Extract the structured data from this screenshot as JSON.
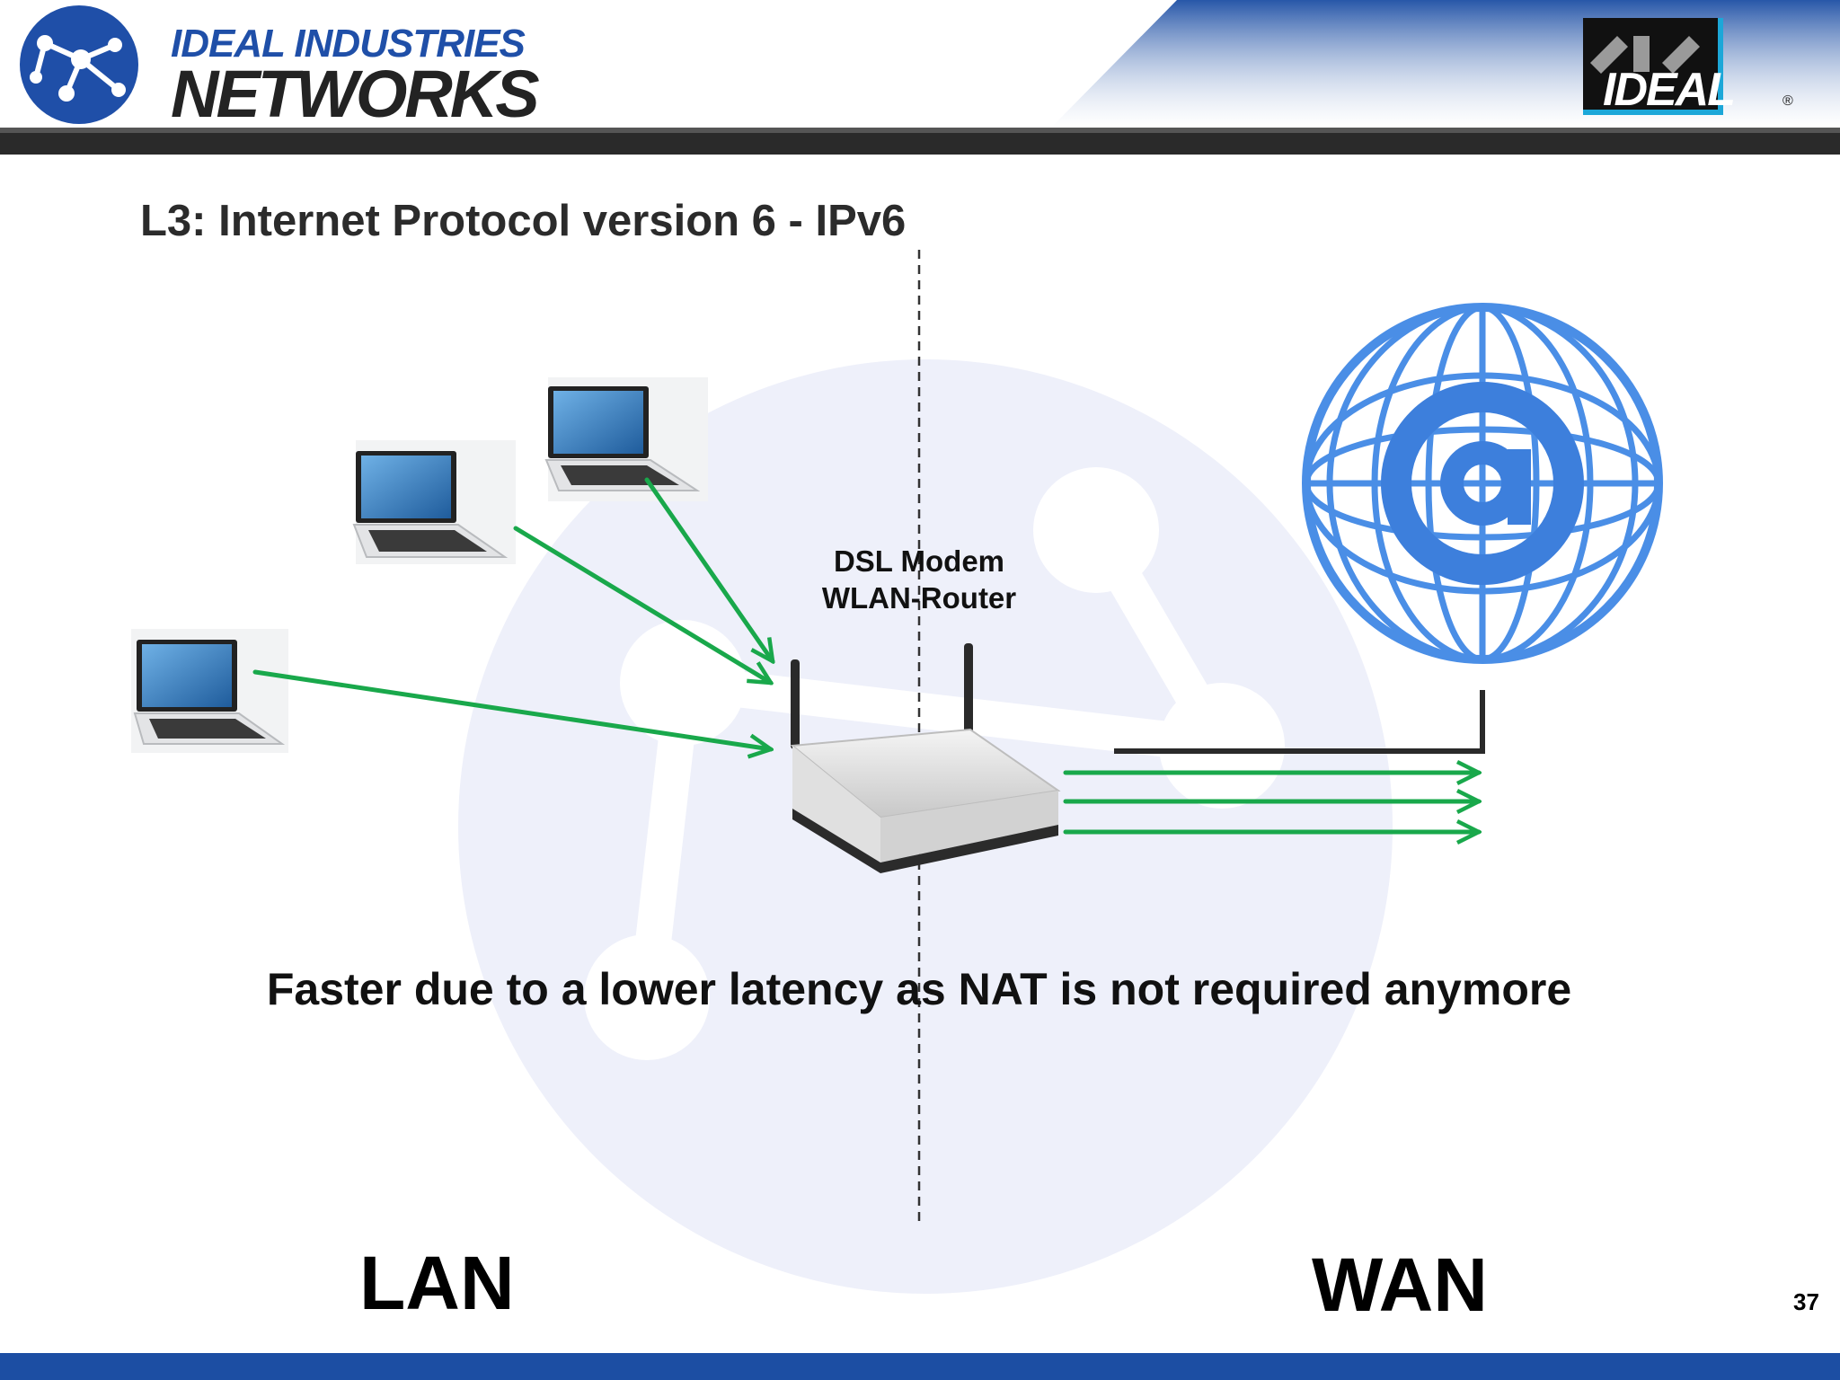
{
  "header": {
    "brand_line1": "IDEAL INDUSTRIES",
    "brand_line2": "NETWORKS",
    "logo_right_text": "IDEAL",
    "registered_mark": "®"
  },
  "slide": {
    "title": "L3: Internet Protocol version 6 - IPv6",
    "router_label_line1": "DSL Modem",
    "router_label_line2": "WLAN-Router",
    "statement": "Faster due to a lower latency as NAT is not required anymore",
    "lan_label": "LAN",
    "wan_label": "WAN",
    "page_number": "37"
  },
  "icons": {
    "brand_logo": "network-nodes-icon",
    "laptops": [
      "laptop-icon",
      "laptop-icon",
      "laptop-icon"
    ],
    "router": "router-icon",
    "internet": "globe-at-icon"
  },
  "colors": {
    "brand_blue": "#1f4fa8",
    "arrow_green": "#19a84b",
    "dark_bar": "#2a2a2a",
    "footer_blue": "#1c4ea3"
  }
}
